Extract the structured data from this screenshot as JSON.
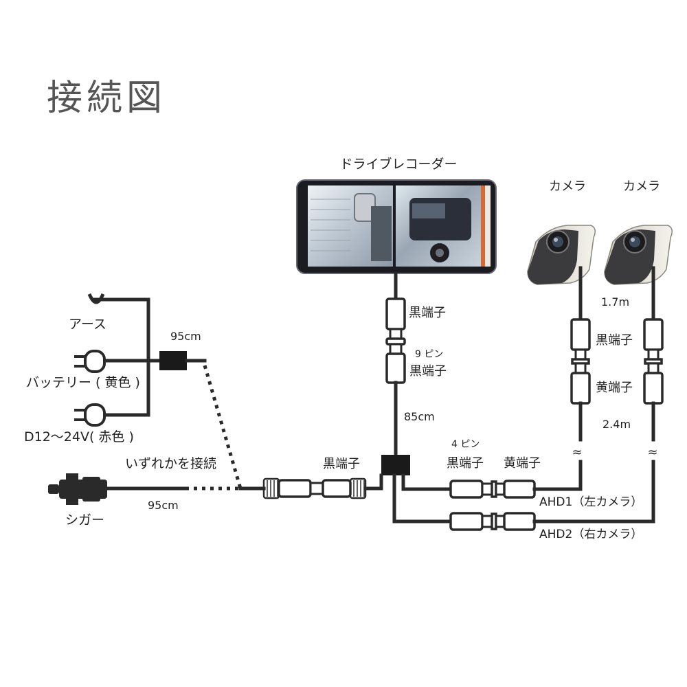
{
  "title": "接続図",
  "labels": {
    "recorder": "ドライブレコーダー",
    "camera_left": "カメラ",
    "camera_right": "カメラ",
    "earth": "アース",
    "battery": "バッテリー ( 黄色 )",
    "acc": "D12～24V( 赤色 )",
    "any_connect": "いずれかを接続",
    "cigar": "シガー",
    "len_power_upper": "95cm",
    "len_power_lower": "95cm",
    "len_main": "85cm",
    "len_cam_upper": "1.7m",
    "len_cam_lower": "2.4m",
    "conn_black_top": "黒端子",
    "pin9": "9 ピン",
    "conn_black_9": "黒端子",
    "conn_black_mid": "黒端子",
    "pin4": "4 ピン",
    "conn_black_4": "黒端子",
    "conn_yellow_4": "黄端子",
    "cam_conn_black": "黒端子",
    "cam_conn_yellow": "黄端子",
    "break_left": "≈",
    "break_right": "≈",
    "ahd1": "AHD1（左カメラ）",
    "ahd2": "AHD2（右カメラ）"
  }
}
